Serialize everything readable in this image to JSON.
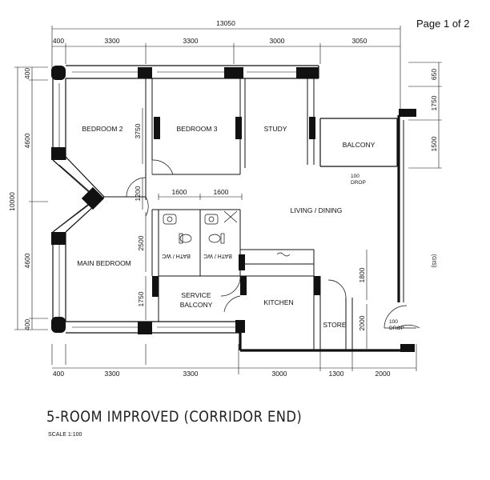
{
  "page_indicator": "Page 1 of 2",
  "title": "5-ROOM IMPROVED (CORRIDOR END)",
  "scale": "SCALE   1:100",
  "dimensions": {
    "overall_width": "13050",
    "overall_height": "10000",
    "top": [
      "400",
      "3300",
      "3300",
      "3000",
      "3050"
    ],
    "bottom": [
      "400",
      "3300",
      "3300",
      "3000",
      "1300",
      "2000"
    ],
    "left": [
      "400",
      "4600",
      "4600",
      "400"
    ],
    "right": [
      "650",
      "1750",
      "1500"
    ],
    "bedroom3_side": "3750",
    "passage": "1200",
    "bath_widths": [
      "1600",
      "1600"
    ],
    "bath_depth": "2500",
    "service_depth": "1750",
    "store_depth": "1800",
    "store_bottom": "2000"
  },
  "rooms": {
    "bedroom2": "BEDROOM 2",
    "bedroom3": "BEDROOM 3",
    "study": "STUDY",
    "balcony": "BALCONY",
    "living": "LIVING / DINING",
    "main_bedroom": "MAIN BEDROOM",
    "service_balcony_1": "SERVICE",
    "service_balcony_2": "BALCONY",
    "kitchen": "KITCHEN",
    "store": "STORE",
    "bath1": "BATH / WC",
    "bath2": "BATH / WC"
  },
  "notes": {
    "drop_top_value": "100",
    "drop_top_label": "DROP",
    "drop_bottom_value": "100",
    "drop_bottom_label": "DROP",
    "corridor": "(GIS)"
  }
}
